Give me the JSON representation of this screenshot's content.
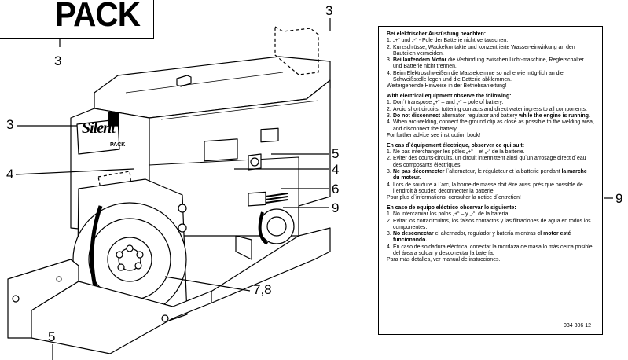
{
  "pack_logo_text": "PACK",
  "engine_plate": {
    "brand": "Silent",
    "sub": "PACK"
  },
  "callouts": [
    {
      "id": "c3-top-left",
      "text": "3"
    },
    {
      "id": "c3-top-right",
      "text": "3"
    },
    {
      "id": "c3-left",
      "text": "3"
    },
    {
      "id": "c4-left",
      "text": "4"
    },
    {
      "id": "c5-right",
      "text": "5"
    },
    {
      "id": "c4-right",
      "text": "4"
    },
    {
      "id": "c6-right",
      "text": "6"
    },
    {
      "id": "c9-right",
      "text": "9"
    },
    {
      "id": "c78-right",
      "text": "7,8"
    },
    {
      "id": "c5-bottom",
      "text": "5"
    },
    {
      "id": "c9-label",
      "text": "9"
    }
  ],
  "label": {
    "sections": [
      {
        "title": "Bei elektrischer Ausrüstung beachten:",
        "items": [
          {
            "num": "1.",
            "parts": [
              {
                "t": "„+“ und „-“ - Pole der Batterie nicht vertauschen.",
                "b": false
              }
            ]
          },
          {
            "num": "2.",
            "parts": [
              {
                "t": "Kurzschlüsse, Wackelkontakte und konzentrierte Wasser-einwirkung an den Bauteilen vermeiden.",
                "b": false
              }
            ]
          },
          {
            "num": "3.",
            "parts": [
              {
                "t": "Bei laufendem Motor",
                "b": true
              },
              {
                "t": " die Verbindung zwischen Licht-maschine, Reglerschalter und Batterie nicht trennen.",
                "b": false
              }
            ]
          },
          {
            "num": "4.",
            "parts": [
              {
                "t": "Beim Elektroschweißen die Masseklemme so nahe wie mög-lich an die Schweißstelle legen und die Batterie abklemmen.",
                "b": false
              }
            ]
          },
          {
            "num": "",
            "parts": [
              {
                "t": "Weitergehende Hinweise in der Betriebsanleitung!",
                "b": false
              }
            ]
          }
        ]
      },
      {
        "title": "With electrical equipment observe the following:",
        "items": [
          {
            "num": "1.",
            "parts": [
              {
                "t": "Don´t transpose „+“ – and „-“ – pole of battery.",
                "b": false
              }
            ]
          },
          {
            "num": "2.",
            "parts": [
              {
                "t": "Avoid short circuits, tottering contacts and direct water ingress to all components.",
                "b": false
              }
            ]
          },
          {
            "num": "3.",
            "parts": [
              {
                "t": "Do not disconnect",
                "b": true
              },
              {
                "t": " alternator, regulator and battery ",
                "b": false
              },
              {
                "t": "while the engine is running.",
                "b": true
              }
            ]
          },
          {
            "num": "4.",
            "parts": [
              {
                "t": "When arc-welding, connect the ground clip as close as possible to the welding area, and disconnect the battery.",
                "b": false
              }
            ]
          },
          {
            "num": "",
            "parts": [
              {
                "t": "For further advice see instruction book!",
                "b": false
              }
            ]
          }
        ]
      },
      {
        "title": "En cas d`équipement électrique, observer ce qui suit:",
        "items": [
          {
            "num": "1.",
            "parts": [
              {
                "t": "Ne pas interchanger les pôles „+“ – et „-“ de la batterie.",
                "b": false
              }
            ]
          },
          {
            "num": "2.",
            "parts": [
              {
                "t": "Eviter des courts-circuits, un circuit intermittent ainsi qu`un arrosage direct d`eau des composants électriques.",
                "b": false
              }
            ]
          },
          {
            "num": "3.",
            "parts": [
              {
                "t": "Ne pas déconnecter",
                "b": true
              },
              {
                "t": " l`alternateur, le régulateur et la batterie pendant ",
                "b": false
              },
              {
                "t": "la marche du moteur.",
                "b": true
              }
            ]
          },
          {
            "num": "4.",
            "parts": [
              {
                "t": "Lors de soudure à l`arc, la borne de masse doit être aussi près que possible de l`endroit à souder; déconnecter la batterie.",
                "b": false
              }
            ]
          },
          {
            "num": "",
            "parts": [
              {
                "t": "Pour plus d`informations, consulter la notice d`entretien!",
                "b": false
              }
            ]
          }
        ]
      },
      {
        "title": "En caso de equipo eléctrico observar lo siguiente:",
        "items": [
          {
            "num": "1.",
            "parts": [
              {
                "t": "No intercamiar los polos „+“ – y „-“, de la batería.",
                "b": false
              }
            ]
          },
          {
            "num": "2.",
            "parts": [
              {
                "t": "Evitar los cortacircuitos, los falsos contactos y las filtraciones de agua en todos los componentes.",
                "b": false
              }
            ]
          },
          {
            "num": "3.",
            "parts": [
              {
                "t": "No desconectar",
                "b": true
              },
              {
                "t": " el alternador, regulador y batería mientras ",
                "b": false
              },
              {
                "t": "el motor esté funcionando.",
                "b": true
              }
            ]
          },
          {
            "num": "4.",
            "parts": [
              {
                "t": "En caso de soldadura eléctrica, conectar la mordaza de masa lo más cerca posible del área a soldar y desconectar la batería.",
                "b": false
              }
            ]
          },
          {
            "num": "",
            "parts": [
              {
                "t": "Para más detalles, ver manual de instucciones.",
                "b": false
              }
            ]
          }
        ]
      }
    ],
    "code": "034 306 12"
  }
}
